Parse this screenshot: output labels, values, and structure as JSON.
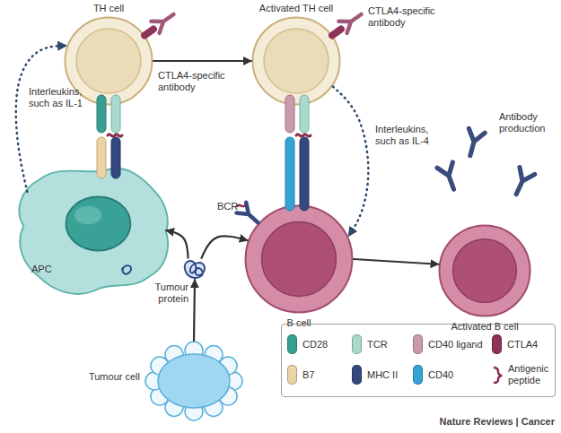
{
  "diagram": {
    "nodes": [
      {
        "text": [
          "TH cell"
        ]
      },
      {
        "text": [
          "Activated TH cell"
        ]
      },
      {
        "text": [
          "APC"
        ]
      },
      {
        "text": [
          "B cell"
        ]
      },
      {
        "text": [
          "Activated B cell"
        ]
      },
      {
        "text": [
          "Tumour protein"
        ]
      },
      {
        "text": [
          "Tumour cell"
        ]
      }
    ],
    "edges": [
      {
        "from": 0,
        "to": 1,
        "arrow": "to"
      },
      {
        "from": 2,
        "to": 0,
        "label": "Interleukins, such as IL-1",
        "arrow": "to"
      },
      {
        "from": 1,
        "to": 3,
        "label": "Interleukins, such as IL-4",
        "arrow": "to"
      },
      {
        "from": 3,
        "to": 4,
        "arrow": "to"
      },
      {
        "from": 6,
        "to": 5,
        "arrow": "to"
      },
      {
        "from": 5,
        "to": 2,
        "arrow": "to"
      },
      {
        "from": 5,
        "to": 3,
        "arrow": "to"
      }
    ],
    "labels": [
      "CTLA4-specific antibody",
      "CTLA4-specific antibody",
      "BCR",
      "Antibody production",
      "Nature Reviews | Cancer"
    ],
    "legend": [
      {
        "text": "CD28",
        "color": "#3a9f93"
      },
      {
        "text": "TCR",
        "color": "#a9d9cd"
      },
      {
        "text": "CD40 ligand",
        "color": "#c99aab"
      },
      {
        "text": "CTLA4",
        "color": "#8b3358"
      },
      {
        "text": "B7",
        "color": "#ecd3a6"
      },
      {
        "text": "MHC II",
        "color": "#34497f"
      },
      {
        "text": "CD40",
        "color": "#35a3d6"
      },
      {
        "text": "Antigenic peptide"
      }
    ]
  }
}
